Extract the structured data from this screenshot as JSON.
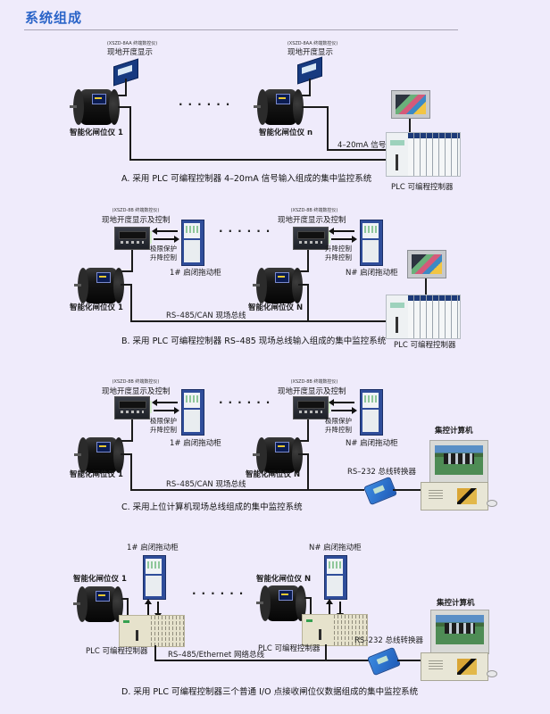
{
  "page": {
    "title": "系统组成"
  },
  "sections": {
    "a": {
      "caption": "A. 采用 PLC 可编程控制器 4–20mA 信号输入组成的集中监控系统",
      "display_model": "(XSZD-8AA 终端数控仪)",
      "display_label": "现地开度显示",
      "actuator_1": "智能化闸位仪 1",
      "actuator_n": "智能化闸位仪 n",
      "signal_label": "4–20mA 信号",
      "plc_label": "PLC 可编程控制器",
      "ellipsis": "······"
    },
    "b": {
      "caption": "B. 采用 PLC 可编程控制器 RS–485 现场总线输入组成的集中监控系统",
      "display_model": "(XSZD-8B 终端数控仪)",
      "display_label": "现地开度显示及控制",
      "protect_line1": "极限保护",
      "protect_line2": "升降控制",
      "cabinet_1": "1# 启闭拖动柜",
      "cabinet_n": "N# 启闭拖动柜",
      "actuator_1": "智能化闸位仪 1",
      "actuator_n": "智能化闸位仪 N",
      "bus_label": "RS–485/CAN 现场总线",
      "plc_label": "PLC 可编程控制器",
      "ellipsis": "······"
    },
    "c": {
      "caption": "C. 采用上位计算机现场总线组成的集中监控系统",
      "display_model": "(XSZD-8B 终端数控仪)",
      "display_label": "现地开度显示及控制",
      "protect_line1": "极限保护",
      "protect_line2": "升降控制",
      "cabinet_1": "1# 启闭拖动柜",
      "cabinet_n": "N# 启闭拖动柜",
      "actuator_1": "智能化闸位仪 1",
      "actuator_n": "智能化闸位仪 N",
      "bus_label": "RS–485/CAN 现场总线",
      "converter_label": "RS–232 总线转换器",
      "computer_label": "集控计算机",
      "ellipsis": "······"
    },
    "d": {
      "caption": "D. 采用 PLC 可编程控制器三个普通 I/O 点接收闸位仪数据组成的集中监控系统",
      "cabinet_1": "1# 启闭拖动柜",
      "cabinet_n": "N# 启闭拖动柜",
      "actuator_1": "智能化闸位仪 1",
      "actuator_n": "智能化闸位仪 N",
      "plc_label": "PLC 可编程控制器",
      "bus_label": "RS–485/Ethernet 网络总线",
      "converter_label": "RS–232 总线转换器",
      "computer_label": "集控计算机",
      "ellipsis": "······"
    }
  },
  "colors": {
    "background": "#efebfb",
    "title": "#2a64c8",
    "wire": "#1b1b1b"
  }
}
